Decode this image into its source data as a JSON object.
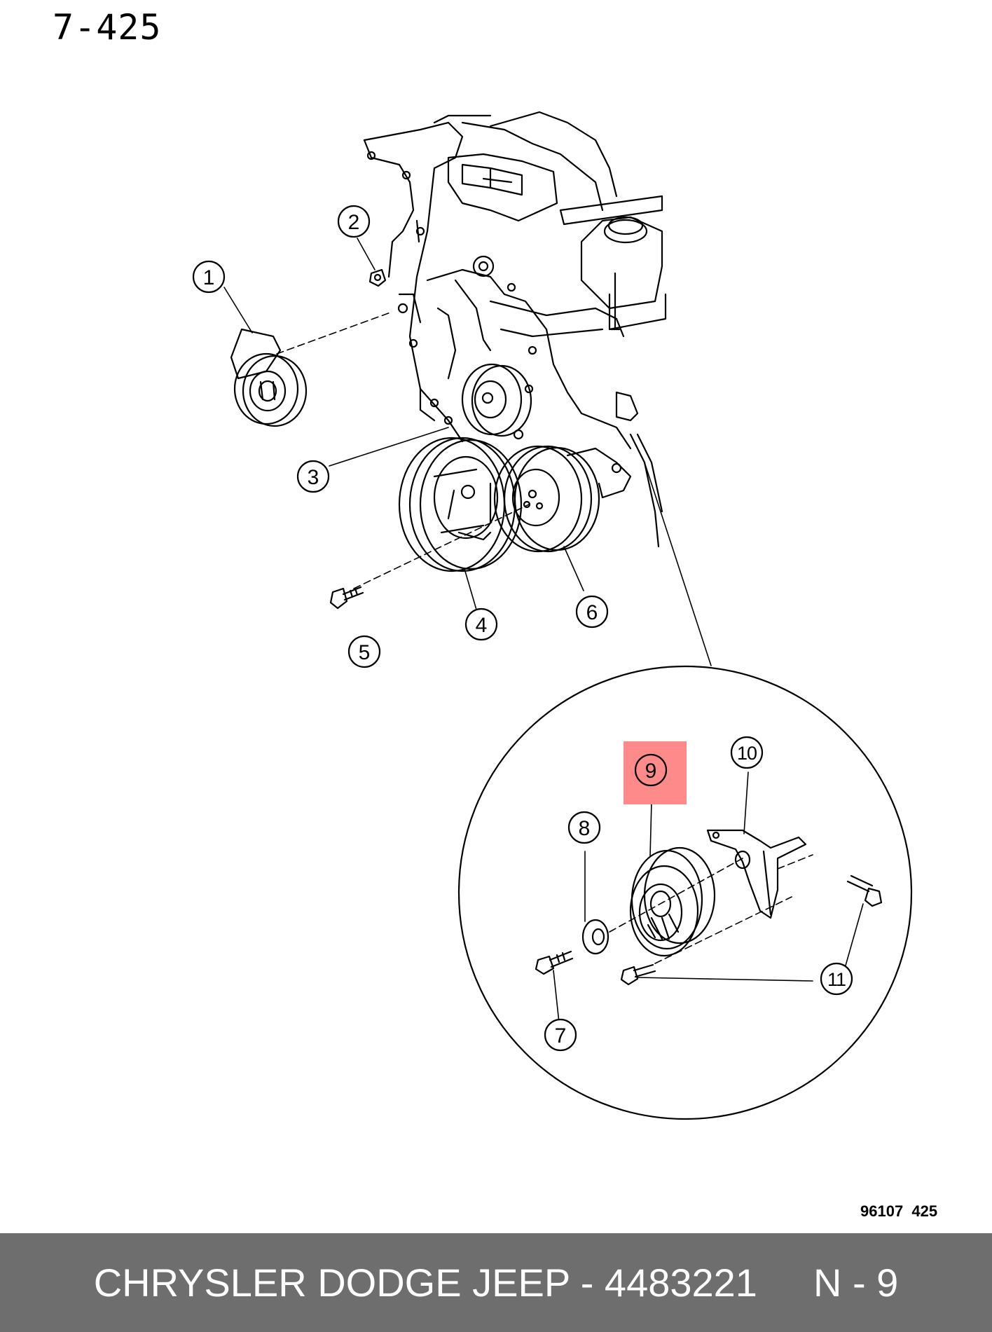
{
  "page_number": "7-425",
  "figure_code": "96107  425",
  "footer": {
    "part_label": "CHRYSLER DODGE JEEP - 4483221",
    "callout_ref": "N - 9"
  },
  "callouts": [
    {
      "id": 1,
      "label": "1"
    },
    {
      "id": 2,
      "label": "2"
    },
    {
      "id": 3,
      "label": "3"
    },
    {
      "id": 4,
      "label": "4"
    },
    {
      "id": 5,
      "label": "5"
    },
    {
      "id": 6,
      "label": "6"
    },
    {
      "id": 7,
      "label": "7"
    },
    {
      "id": 8,
      "label": "8"
    },
    {
      "id": 9,
      "label": "9",
      "highlighted": true
    },
    {
      "id": 10,
      "label": "10"
    },
    {
      "id": 11,
      "label": "11"
    }
  ],
  "colors": {
    "highlight": "#ff8a8a",
    "footer_background": "#6e6e6e",
    "footer_text": "#ffffff",
    "line_art": "#000000"
  }
}
